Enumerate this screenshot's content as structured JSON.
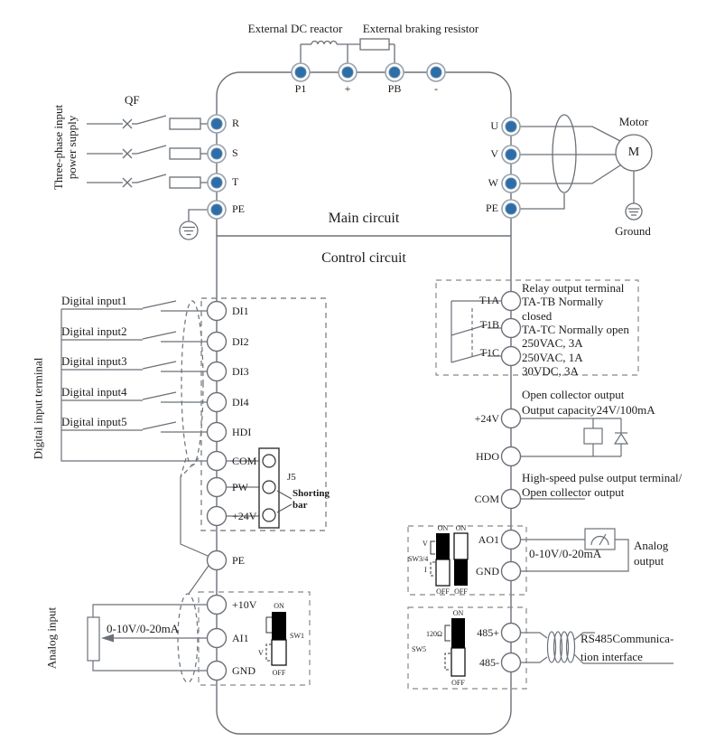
{
  "colors": {
    "terminal_blue": "#2e6ea8",
    "wire": "#6b7077",
    "switch_black": "#000000"
  },
  "top_section": {
    "dc_reactor_label": "External DC reactor",
    "braking_resistor_label": "External braking resistor",
    "terminals": {
      "p1": "P1",
      "plus": "+",
      "pb": "PB",
      "minus": "-"
    }
  },
  "power_input": {
    "supply_line1": "Three-phase input",
    "supply_line2": "power supply",
    "breaker": "QF",
    "terminals": {
      "r": "R",
      "s": "S",
      "t": "T",
      "pe": "PE"
    }
  },
  "motor_output": {
    "terminals": {
      "u": "U",
      "v": "V",
      "w": "W",
      "pe": "PE"
    },
    "motor": "Motor",
    "m": "M",
    "ground": "Ground"
  },
  "sections": {
    "main": "Main circuit",
    "control": "Control circuit"
  },
  "digital_input": {
    "group": "Digital input terminal",
    "inputs": [
      "Digital input1",
      "Digital input2",
      "Digital input3",
      "Digital input4",
      "Digital input5"
    ],
    "terminals": {
      "di1": "DI1",
      "di2": "DI2",
      "di3": "DI3",
      "di4": "DI4",
      "hdi": "HDI",
      "com": "COM",
      "pw": "PW",
      "p24": "+24V",
      "pe": "PE"
    },
    "jumper": {
      "id": "J5",
      "line1": "Shorting",
      "line2": "bar"
    }
  },
  "analog_input": {
    "group": "Analog input",
    "range": "0-10V/0-20mA",
    "terminals": {
      "p10": "+10V",
      "ai1": "AI1",
      "gnd": "GND"
    },
    "sw1": {
      "name": "SW1",
      "on": "ON",
      "off": "OFF",
      "v": "V"
    }
  },
  "relay_output": {
    "terminals": {
      "t1a": "T1A",
      "t1b": "T1B",
      "t1c": "T1C"
    },
    "lines": [
      "Relay output terminal",
      "TA-TB Normally",
      "closed",
      "TA-TC Normally open",
      "250VAC, 3A",
      "250VAC, 1A",
      "30VDC, 3A"
    ]
  },
  "open_collector": {
    "line1": "Open collector output",
    "line2": "Output capacity24V/100mA",
    "terminals": {
      "p24": "+24V",
      "hdo": "HDO",
      "com": "COM"
    },
    "hs_line1": "High-speed pulse output terminal/",
    "hs_line2": "Open collector output"
  },
  "analog_output": {
    "terminals": {
      "ao1": "AO1",
      "gnd": "GND"
    },
    "range": "0-10V/0-20mA",
    "label_line1": "Analog",
    "label_line2": "output",
    "sw34": {
      "name": "SW3/4",
      "on": "ON",
      "off": "OFF",
      "v": "V",
      "i": "I"
    }
  },
  "rs485": {
    "terminals": {
      "p": "485+",
      "n": "485-"
    },
    "sw5": {
      "name": "SW5",
      "on": "ON",
      "off": "OFF",
      "res": "120Ω"
    },
    "label_line1": "RS485Communica-",
    "label_line2": "tion interface"
  }
}
